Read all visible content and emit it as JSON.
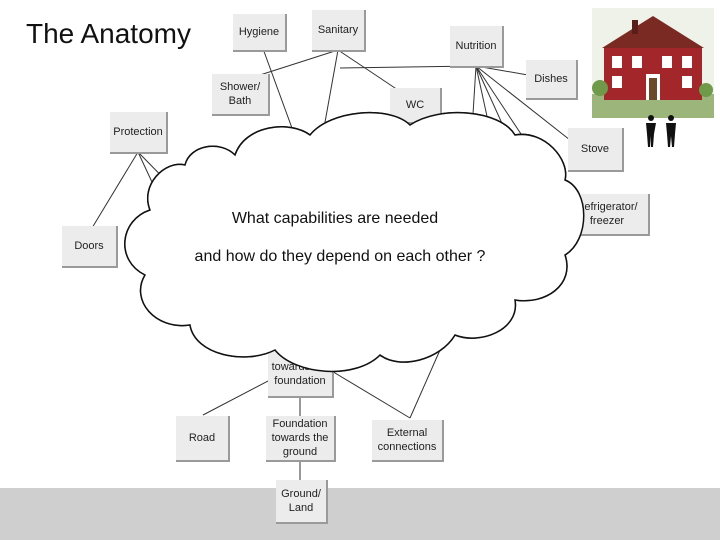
{
  "title": "The Anatomy",
  "question_line1": "What capabilities are needed",
  "question_line2": "and how do they depend on each other ?",
  "nodes": {
    "hygiene": "Hygiene",
    "sanitary": "Sanitary",
    "nutrition": "Nutrition",
    "shower_bath": "Shower/\nBath",
    "dishes": "Dishes",
    "wc": "WC",
    "protection": "Protection",
    "stove": "Stove",
    "refrigerator": "Refrigerator/\nfreezer",
    "doors": "Doors",
    "floor": "Floor\ntowards the\nfoundation",
    "road": "Road",
    "foundation": "Foundation\ntowards the\nground",
    "external": "External\nconnections",
    "ground": "Ground/\nLand"
  },
  "icons": {
    "house": "house-illustration",
    "people": "people-icon"
  },
  "colors": {
    "box_fill": "#ececec",
    "box_shadow": "#9a9a9a",
    "band": "#cfcfcf",
    "house_red": "#a3262a"
  }
}
